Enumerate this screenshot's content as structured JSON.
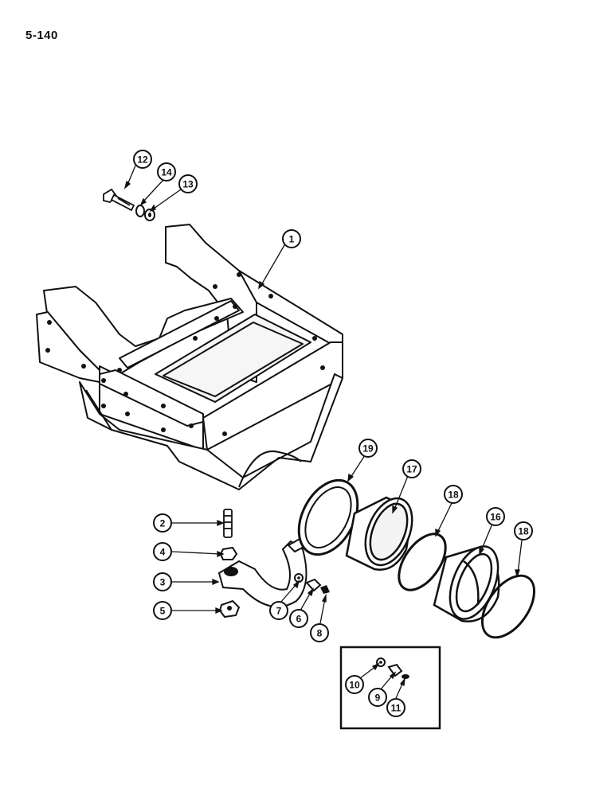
{
  "page_number": "5-140",
  "callouts": [
    {
      "id": "c1",
      "label": "1"
    },
    {
      "id": "c2",
      "label": "2"
    },
    {
      "id": "c3",
      "label": "3"
    },
    {
      "id": "c4",
      "label": "4"
    },
    {
      "id": "c5",
      "label": "5"
    },
    {
      "id": "c6",
      "label": "6"
    },
    {
      "id": "c7",
      "label": "7"
    },
    {
      "id": "c8",
      "label": "8"
    },
    {
      "id": "c9",
      "label": "9"
    },
    {
      "id": "c10",
      "label": "10"
    },
    {
      "id": "c11",
      "label": "11"
    },
    {
      "id": "c12",
      "label": "12"
    },
    {
      "id": "c13",
      "label": "13"
    },
    {
      "id": "c14",
      "label": "14"
    },
    {
      "id": "c16",
      "label": "16"
    },
    {
      "id": "c17",
      "label": "17"
    },
    {
      "id": "c18a",
      "label": "18"
    },
    {
      "id": "c18b",
      "label": "18"
    },
    {
      "id": "c19",
      "label": "19"
    }
  ]
}
